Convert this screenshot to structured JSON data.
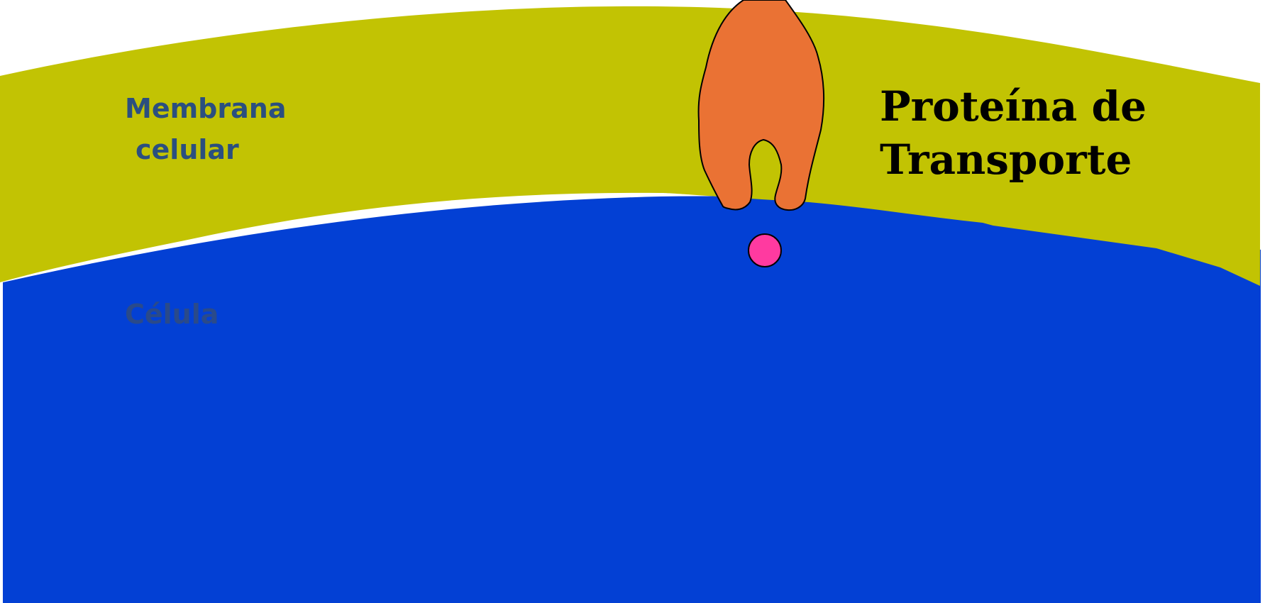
{
  "diagram": {
    "membrane_label_line1": "Membrana",
    "membrane_label_line2": "celular",
    "cell_label": "Célula",
    "protein_label_line1": "Proteína de",
    "protein_label_line2": "Transporte"
  },
  "colors": {
    "background": "#ffffff",
    "cell": "#0340d4",
    "membrane": "#c2c303",
    "protein": "#ea7234",
    "molecule": "#ff3aa0",
    "membrane_text": "#2b4f7f",
    "cell_text": "#2a4a8a",
    "protein_text": "#000000"
  },
  "icons": {
    "protein": "transport-protein-shape",
    "molecule": "molecule-circle"
  }
}
